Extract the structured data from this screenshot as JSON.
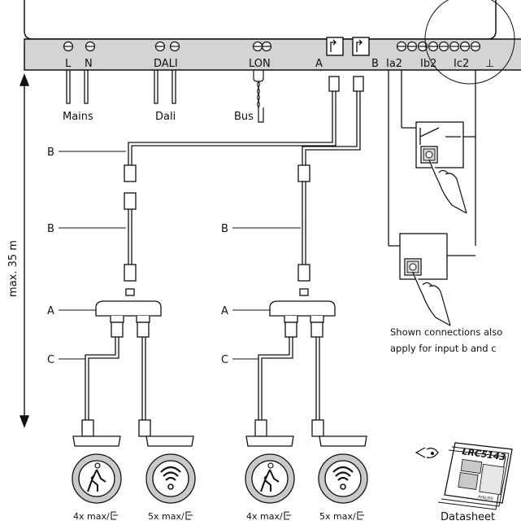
{
  "terminals": {
    "L": "L",
    "N": "N",
    "dali": "DALI",
    "lon": "LON",
    "A": "A",
    "B": "B",
    "ia2": "Ia2",
    "ib2": "Ib2",
    "ic2": "Ic2",
    "ground": "⊥"
  },
  "wire_labels": {
    "mains": "Mains",
    "dali": "Dali",
    "bus": "Bus"
  },
  "distance_label": "max. 35 m",
  "cable_letters": {
    "left": [
      "B",
      "B",
      "A",
      "C"
    ],
    "right": [
      "B",
      "A",
      "C"
    ]
  },
  "note": {
    "line1": "Shown connections also",
    "line2": "apply for input b and c"
  },
  "sensors": [
    {
      "type": "presence",
      "caption": "4x max/"
    },
    {
      "type": "wifi",
      "caption": "5x max/"
    },
    {
      "type": "presence",
      "caption": "4x max/"
    },
    {
      "type": "wifi",
      "caption": "5x max/"
    }
  ],
  "datasheet": {
    "code": "LRC5143",
    "brand": "PHILIPS",
    "caption": "Datasheet"
  }
}
